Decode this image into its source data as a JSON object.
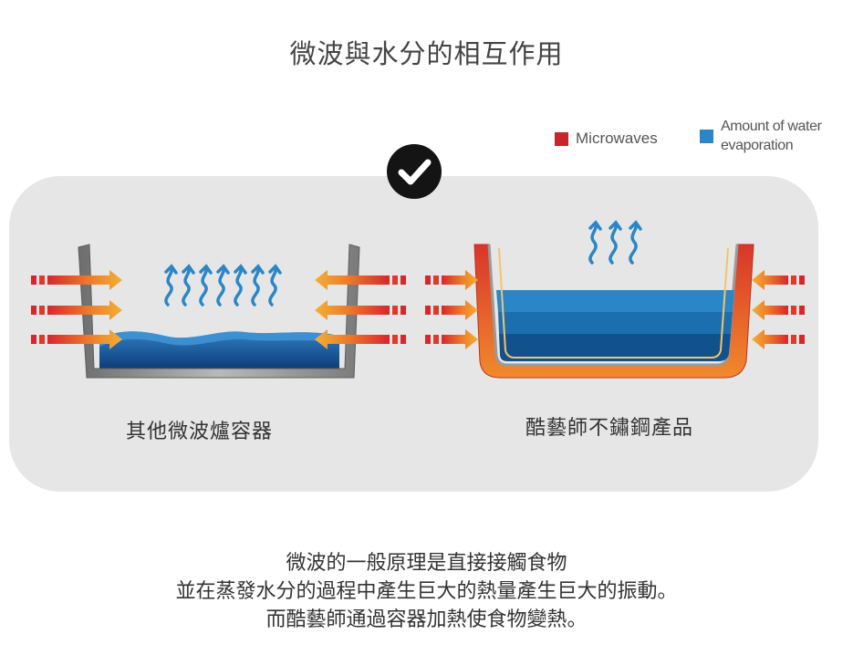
{
  "title": "微波與水分的相互作用",
  "legend": {
    "microwaves": {
      "label": "Microwaves",
      "color": "#c7242b"
    },
    "water": {
      "label_line1": "Amount of water",
      "label_line2": "evaporation",
      "color": "#2a86c6"
    }
  },
  "badge": {
    "icon": "checkmark-icon"
  },
  "left_pot": {
    "caption": "其他微波爐容器",
    "steam_wisps": 7,
    "arrows_per_side": 3
  },
  "right_pot": {
    "caption": "酷藝師不鏽鋼產品",
    "steam_wisps": 3,
    "arrows_per_side": 3
  },
  "description": {
    "line1": "微波的一般原理是直接接觸食物",
    "line2": "並在蒸發水分的過程中產生巨大的熱量產生巨大的振動。",
    "line3": "而酷藝師通過容器加熱使食物變熱。"
  }
}
